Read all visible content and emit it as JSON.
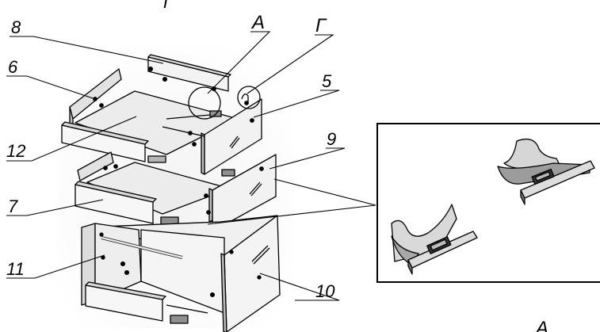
{
  "labels": {
    "top_partial": "Г",
    "n8": "8",
    "A": "А",
    "G": "Г",
    "n6": "6",
    "n5": "5",
    "n12": "12",
    "n9": "9",
    "n7": "7",
    "n11": "11",
    "n10": "10",
    "bottom_right": "A"
  },
  "colors": {
    "panel_face": "#f4f4f4",
    "panel_side": "#dcdcdc",
    "panel_dark": "#9a9a9a",
    "inner_floor": "#e9e9e9",
    "line": "#000000",
    "background": "#ffffff"
  }
}
